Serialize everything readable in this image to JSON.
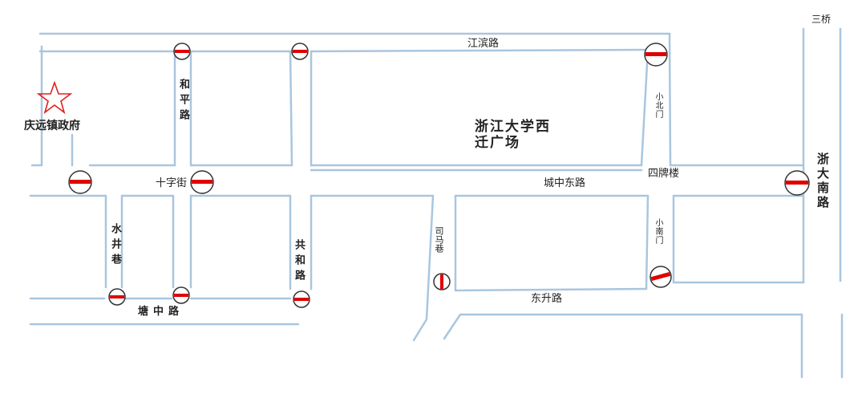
{
  "roads": {
    "jiangbin": "江滨路",
    "heping": "和平路",
    "shizijie": "十字街",
    "chengzhong_east": "城中东路",
    "shuijing": "水井巷",
    "gonghe": "共和路",
    "tangzhong": "塘中路",
    "sima": "司马巷",
    "dongsheng": "东升路",
    "xiaobeimen": "小北门",
    "xiaonanmen": "小南门",
    "zheda_south": "浙大南路",
    "siipailou": "四牌楼",
    "sanqiao": "三桥"
  },
  "places": {
    "gov": "庆远镇政府",
    "campus_line1": "浙江大学西",
    "campus_line2": "迁广场"
  },
  "markers": {
    "gov_symbol": "star-icon",
    "closure_symbol": "no-entry-icon",
    "closure_color": "#e00000",
    "road_color": "#a9c6df",
    "star_color": "#e02020"
  }
}
